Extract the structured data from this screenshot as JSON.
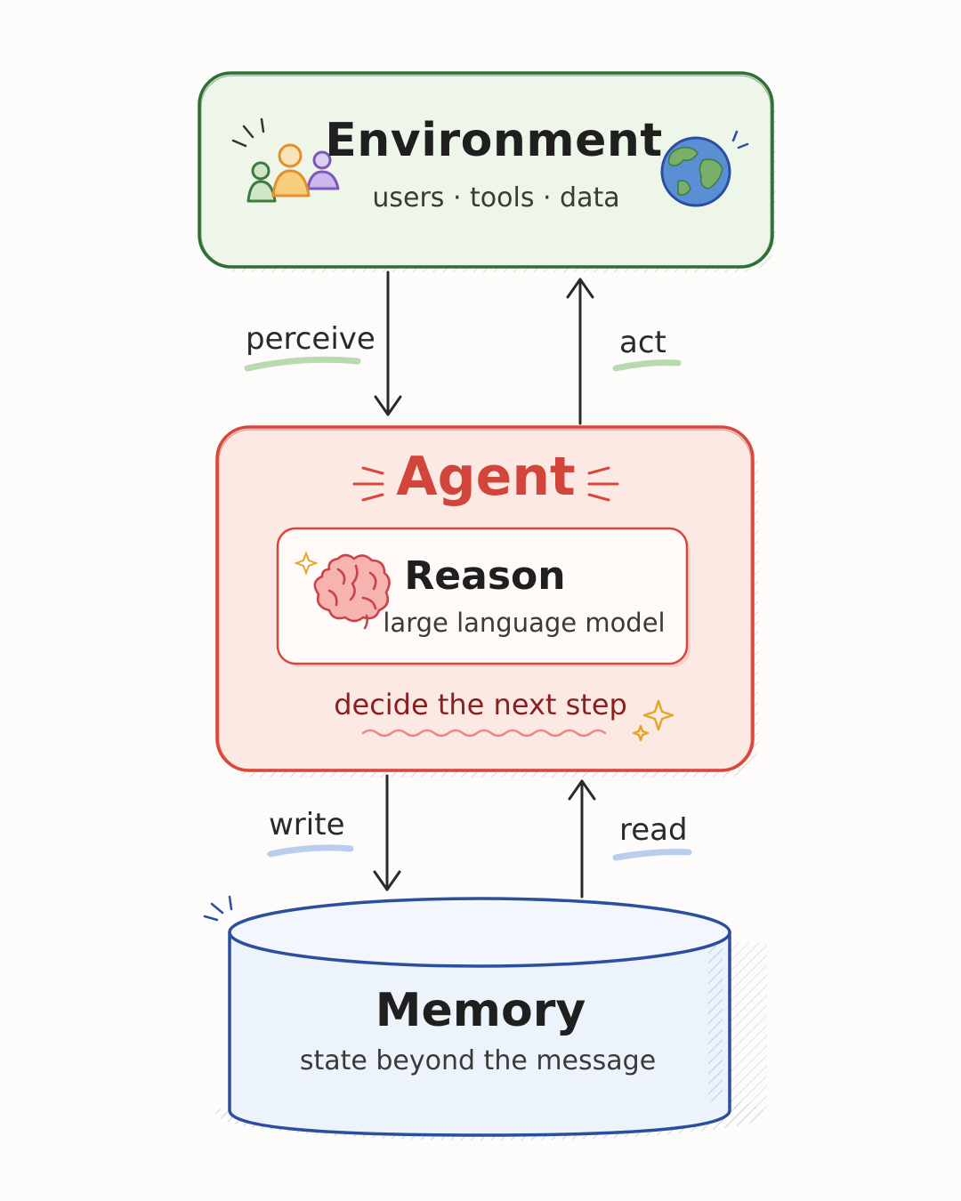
{
  "environment": {
    "title": "Environment",
    "subtitle": "users · tools · data",
    "icons": [
      "people-icon",
      "globe-icon"
    ]
  },
  "edges": {
    "perceive": "perceive",
    "act": "act",
    "write": "write",
    "read": "read"
  },
  "agent": {
    "title": "Agent",
    "reason": {
      "title": "Reason",
      "subtitle": "large language model",
      "icon": "brain-icon"
    },
    "next_step": "decide the next step"
  },
  "memory": {
    "title": "Memory",
    "subtitle": "state beyond the message"
  },
  "colors": {
    "environment_border": "#2f6e35",
    "environment_fill": "#eef6ea",
    "agent_border": "#d9473c",
    "agent_fill": "#fde9e4",
    "memory_border": "#2b4f9e",
    "memory_fill": "#edf3fb",
    "arrow": "#2a2a2a"
  }
}
